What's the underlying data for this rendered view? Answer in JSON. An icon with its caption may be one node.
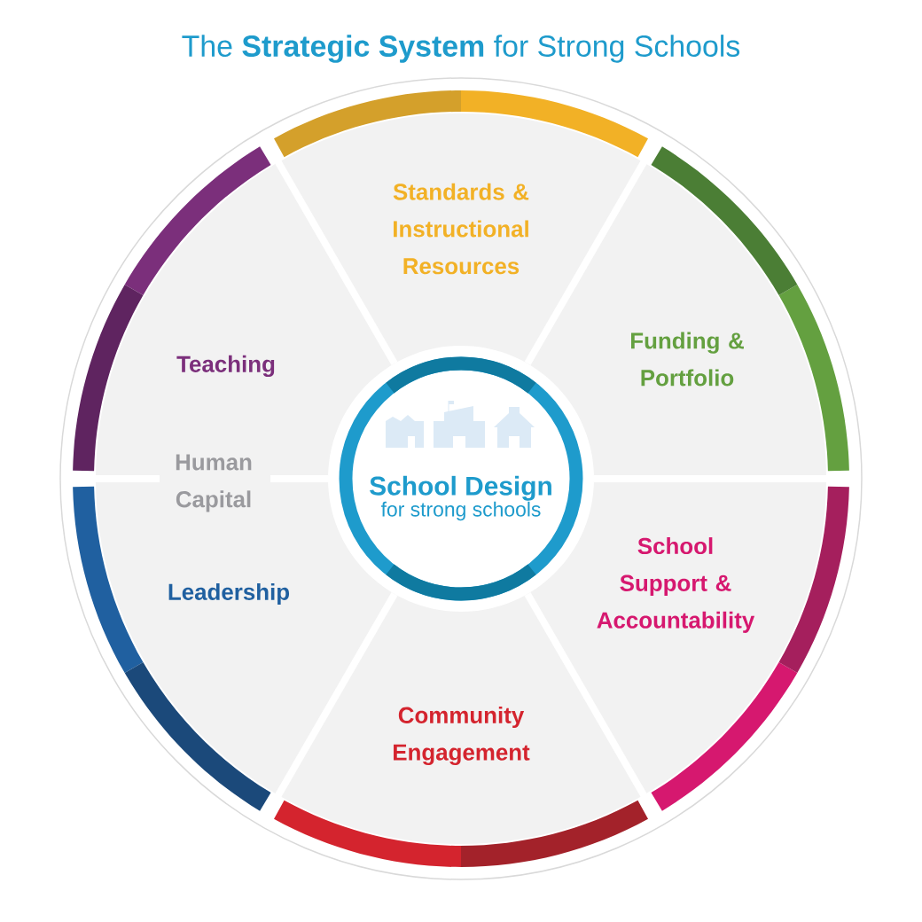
{
  "diagram": {
    "title": "The **Strategic System** for Strong Schools",
    "nodes": [
      {
        "text": [
          "School Design",
          "for strong schools"
        ]
      },
      {
        "text": [
          "Standards & Instructional Resources"
        ]
      },
      {
        "text": [
          "Funding & Portfolio"
        ]
      },
      {
        "text": [
          "School Support & Accountability"
        ]
      },
      {
        "text": [
          "Community Engagement"
        ]
      },
      {
        "text": [
          "Leadership"
        ]
      },
      {
        "text": [
          "Teaching"
        ]
      }
    ],
    "labels": [
      "Human Capital"
    ]
  }
}
